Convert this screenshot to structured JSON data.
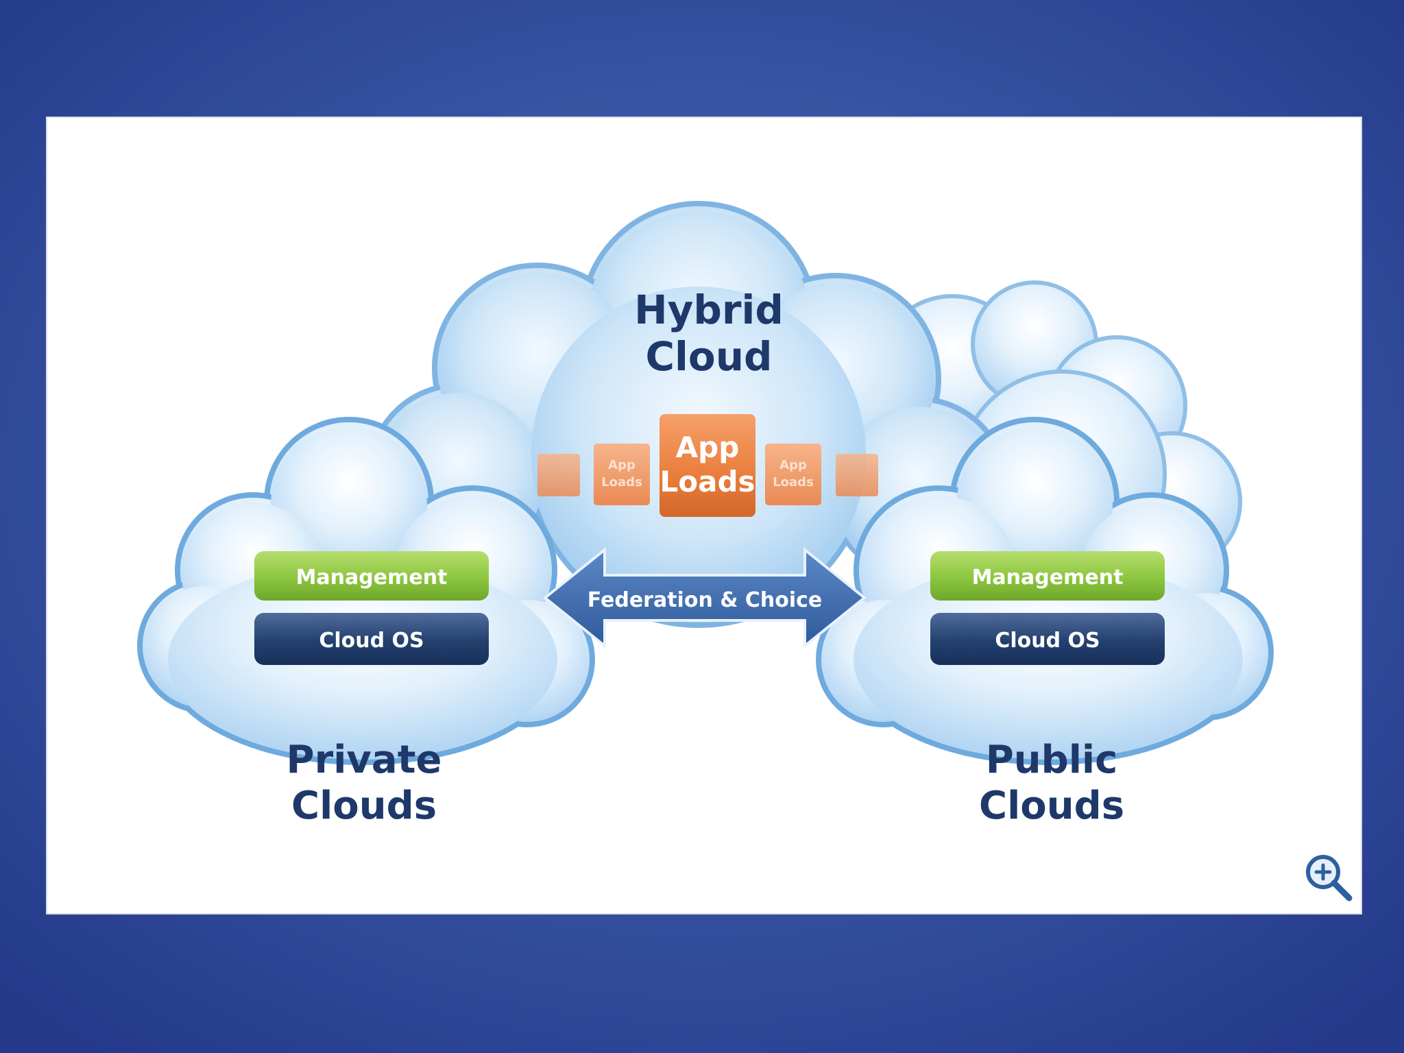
{
  "diagram": {
    "hybrid": {
      "title_line1": "Hybrid",
      "title_line2": "Cloud",
      "app_loads_main_line1": "App",
      "app_loads_main_line2": "Loads",
      "app_loads_side_line1": "App",
      "app_loads_side_line2": "Loads"
    },
    "private": {
      "management_label": "Management",
      "cloud_os_label": "Cloud OS",
      "title_line1": "Private",
      "title_line2": "Clouds"
    },
    "public": {
      "management_label": "Management",
      "cloud_os_label": "Cloud OS",
      "title_line1": "Public",
      "title_line2": "Clouds"
    },
    "federation_label": "Federation & Choice"
  },
  "colors": {
    "background_blue": "#3a57a6",
    "cloud_fill": "#cfe6f8",
    "cloud_stroke": "#7fb4e2",
    "title_text": "#1e3869",
    "management_green": "#8cc63f",
    "cloud_os_navy": "#23406e",
    "app_loads_orange": "#e97d3c",
    "arrow_blue": "#3f6eb0"
  },
  "icons": {
    "zoom": "zoom-in-magnifier-icon"
  }
}
